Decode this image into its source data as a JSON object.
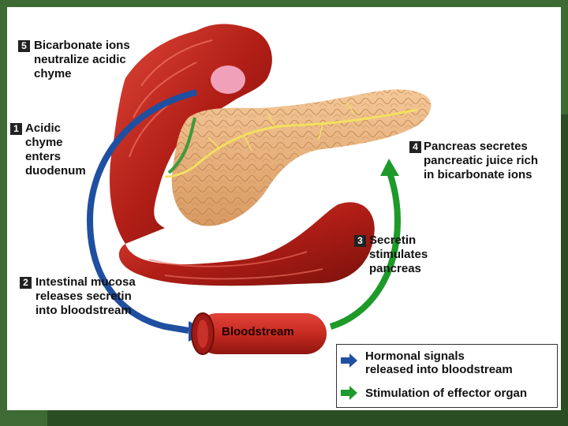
{
  "steps": [
    {
      "num": "5",
      "text": "Bicarbonate ions\nneutralize acidic\nchyme"
    },
    {
      "num": "1",
      "text": "Acidic\nchyme\nenters\nduodenum"
    },
    {
      "num": "4",
      "text": "Pancreas secretes\npancreatic juice rich\nin bicarbonate ions"
    },
    {
      "num": "3",
      "text": "Secretin\nstimulates\npancreas"
    },
    {
      "num": "2",
      "text": "Intestinal mucosa\nreleases secretin\ninto bloodstream"
    }
  ],
  "bloodstream_label": "Bloodstream",
  "legend": {
    "items": [
      {
        "text": "Hormonal signals\nreleased into bloodstream",
        "color": "#1f4fa0"
      },
      {
        "text": "Stimulation of effector organ",
        "color": "#1e9a2a"
      }
    ]
  },
  "colors": {
    "hormone_arrow": "#1f4fa0",
    "stimulation_arrow": "#1e9a2a",
    "duodenum": "#c0281e",
    "pancreas": "#e8b07a"
  }
}
